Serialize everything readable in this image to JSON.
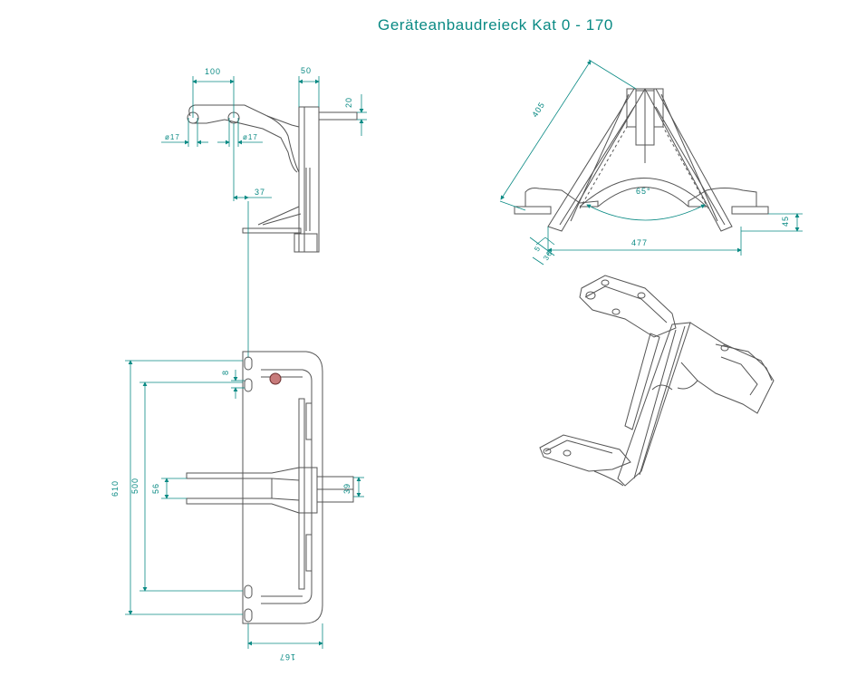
{
  "title": "Geräteanbaudreieck Kat 0  - 170",
  "colors": {
    "dimension": "#0a8a84",
    "outline": "#555555",
    "background": "#ffffff"
  },
  "dimensions": {
    "side": {
      "d100": "100",
      "d50": "50",
      "d20": "20",
      "d17a": "ø17",
      "d17b": "ø17",
      "d37": "37"
    },
    "front": {
      "d610": "610",
      "d500": "500",
      "d56": "56",
      "d39": "39",
      "d8": "8",
      "d167": "167"
    },
    "top": {
      "d405": "405",
      "d477": "477",
      "d45": "45",
      "d65": "65°",
      "d5": "5",
      "d36": "36"
    }
  }
}
